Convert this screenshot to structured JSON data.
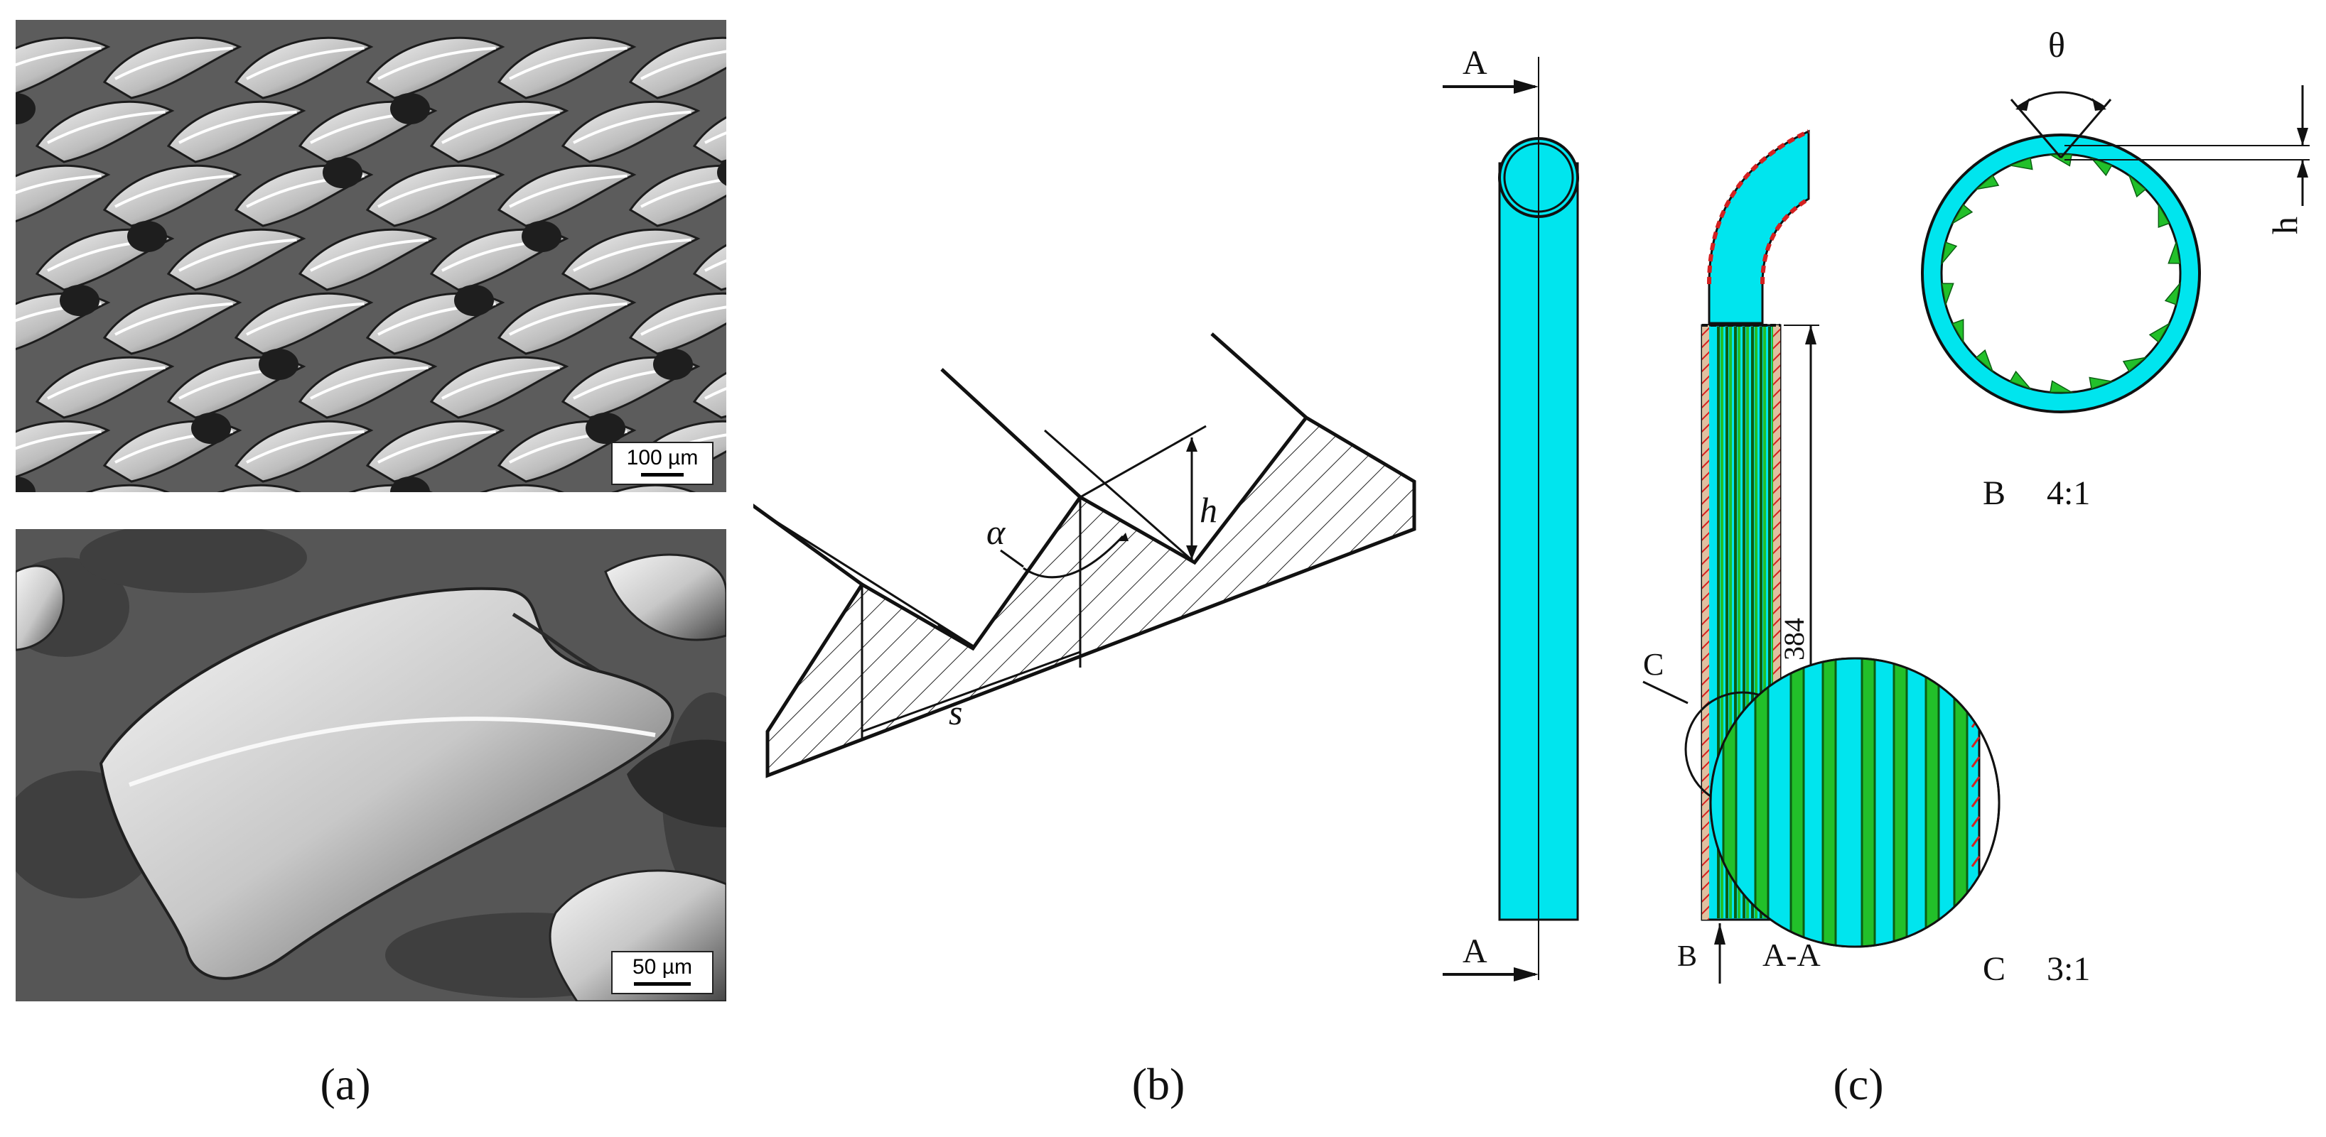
{
  "panel_a": {
    "top_scale": "100 µm",
    "bottom_scale": "50 µm",
    "caption": "(a)"
  },
  "panel_b": {
    "angle_symbol": "α",
    "height_symbol": "h",
    "pitch_symbol": "s",
    "caption": "(b)"
  },
  "panel_c": {
    "section_marker": "A",
    "section_label": "A-A",
    "view_b_marker": "B",
    "view_c_marker": "C",
    "length_dimension": "384",
    "theta_symbol": "θ",
    "height_symbol": "h",
    "detail_b_label": "B",
    "detail_b_scale": "4:1",
    "detail_c_label": "C",
    "detail_c_scale": "3:1",
    "caption": "(c)"
  },
  "colors": {
    "tube_fill": "#00e5ee",
    "fin_green": "#22c02a",
    "fin_dark": "#0b5e12",
    "hatch_red": "#d42020"
  }
}
